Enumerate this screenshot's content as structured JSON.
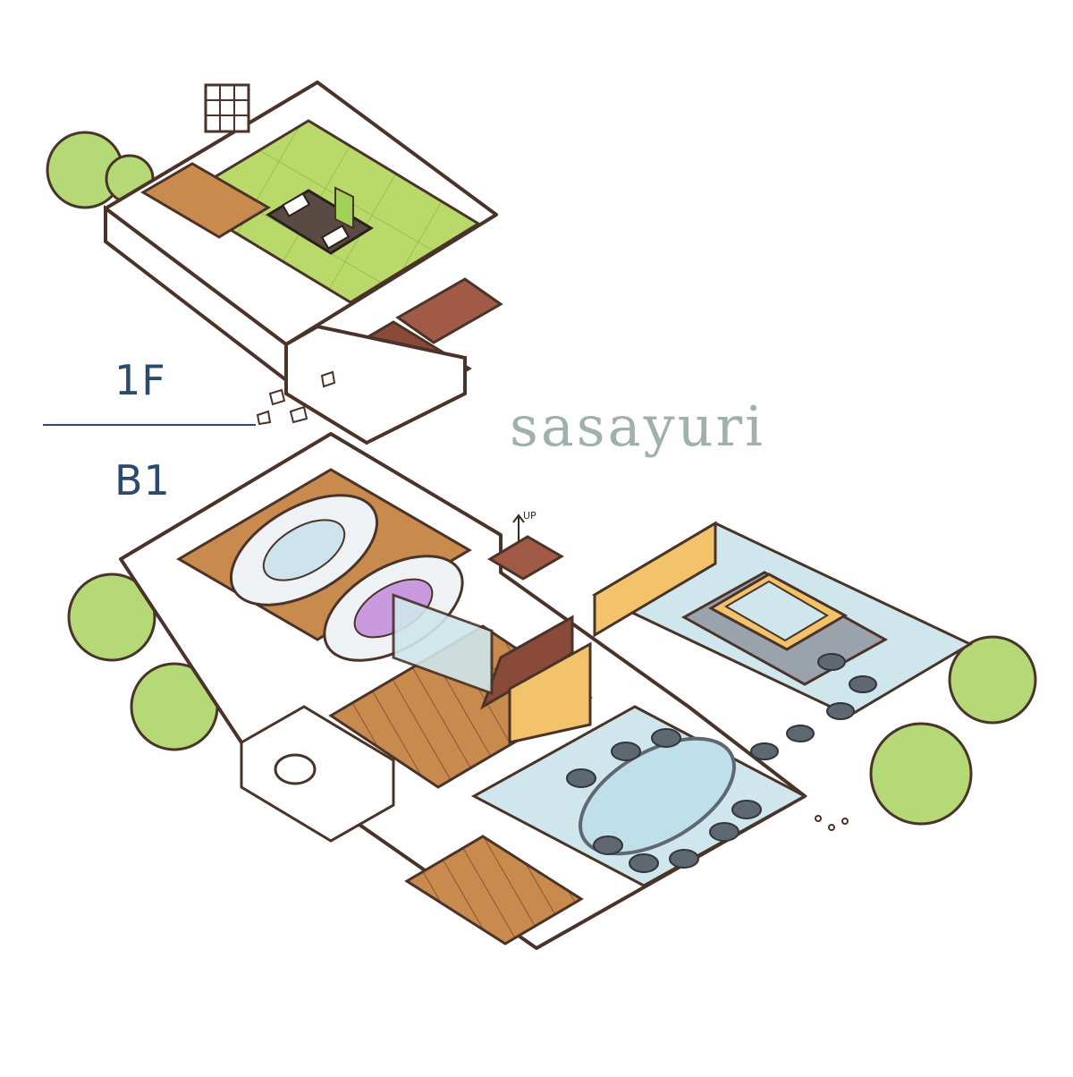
{
  "floors": {
    "upper": "1F",
    "lower": "B1"
  },
  "brand": "sasayuri",
  "stair_sign": "UP",
  "colors": {
    "outline": "#4a3328",
    "tatami": "#b9d96a",
    "wood_floor": "#c98a4e",
    "dark_wood": "#8a4a3a",
    "water": "#cfe6ec",
    "stone": "#5f6770",
    "greenery": "#b5d977",
    "futon_purple": "#c99ae0",
    "label_blue": "#2c4a6e",
    "brand_grey": "#9fb0ae"
  }
}
